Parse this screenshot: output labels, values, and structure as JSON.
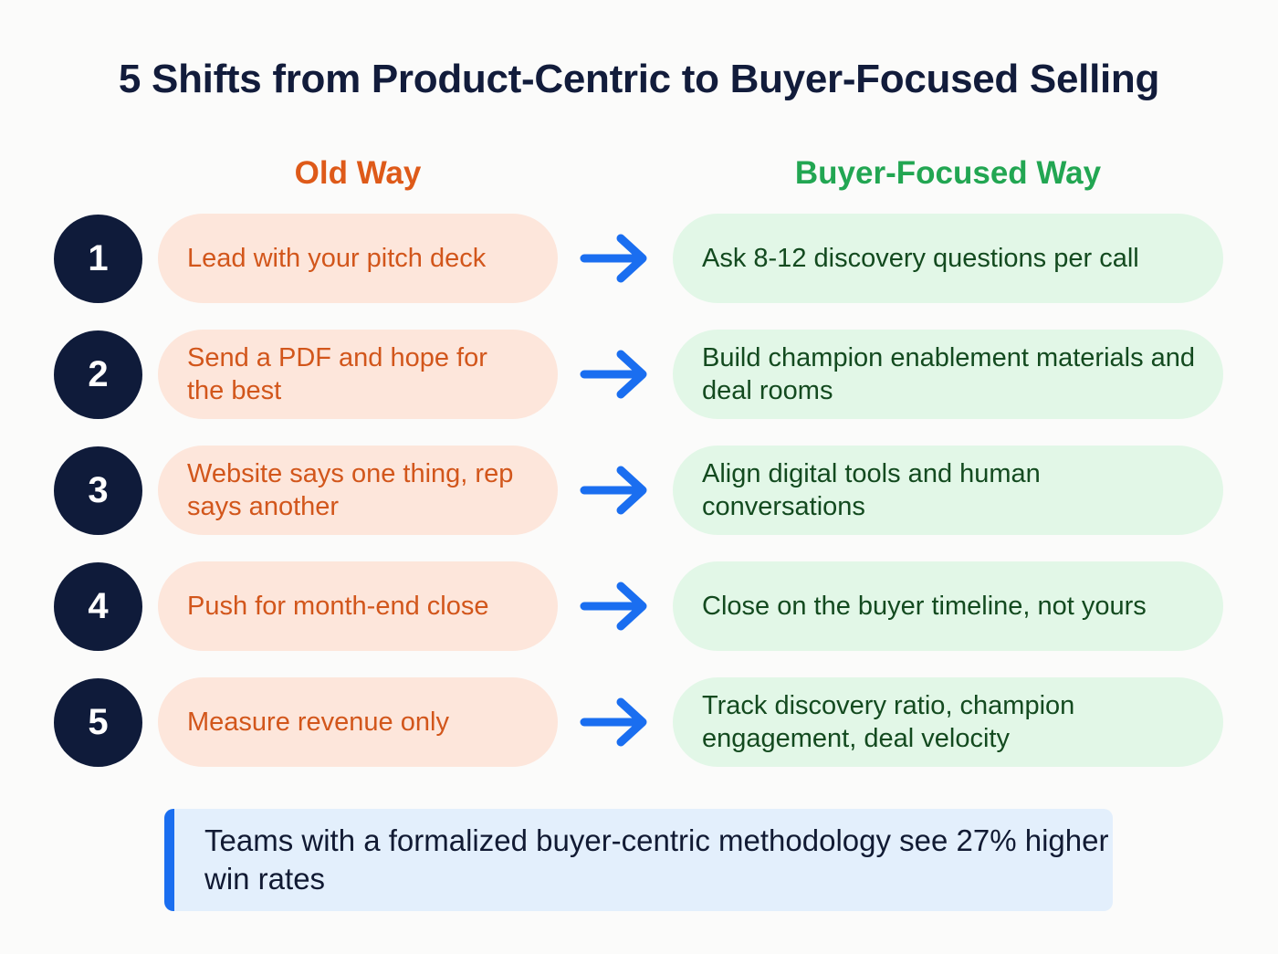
{
  "title": "5 Shifts from Product-Centric to Buyer-Focused Selling",
  "columns": {
    "old": "Old Way",
    "new": "Buyer-Focused Way"
  },
  "colors": {
    "title": "#121c3b",
    "old_accent": "#de5a19",
    "new_accent": "#22a652",
    "arrow": "#1a6ef0",
    "number_circle": "#0f1b3a"
  },
  "shifts": [
    {
      "number": "1",
      "old": "Lead with your pitch deck",
      "new": "Ask 8-12 discovery questions per call",
      "icon": "arrow-right-icon"
    },
    {
      "number": "2",
      "old": "Send a PDF and hope for the best",
      "new": "Build champion enablement materials and deal rooms",
      "icon": "arrow-right-icon"
    },
    {
      "number": "3",
      "old": "Website says one thing, rep says another",
      "new": "Align digital tools and human conversations",
      "icon": "arrow-right-icon"
    },
    {
      "number": "4",
      "old": "Push for month-end close",
      "new": "Close on the buyer timeline, not yours",
      "icon": "arrow-right-icon"
    },
    {
      "number": "5",
      "old": "Measure revenue only",
      "new": "Track discovery ratio, champion engagement, deal velocity",
      "icon": "arrow-right-icon"
    }
  ],
  "callout": "Teams with a formalized buyer-centric methodology see 27% higher win rates"
}
